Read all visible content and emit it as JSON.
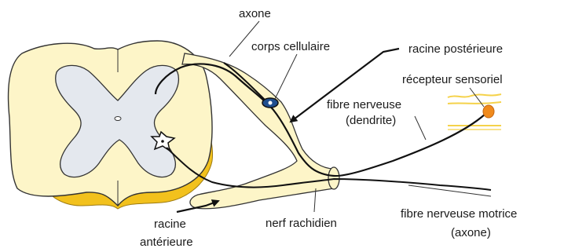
{
  "labels": {
    "axone": "axone",
    "corps_cellulaire": "corps cellulaire",
    "racine_posterieure": "racine postérieure",
    "recepteur_sensoriel": "récepteur sensoriel",
    "fibre_nerveuse_line1": "fibre nerveuse",
    "fibre_nerveuse_line2": "(dendrite)",
    "racine_anterieure_line1": "racine",
    "racine_anterieure_line2": "antérieure",
    "nerf_rachidien": "nerf rachidien",
    "fibre_motrice_line1": "fibre nerveuse motrice",
    "fibre_motrice_line2": "(axone)"
  },
  "colors": {
    "white_matter": "#fdf5c8",
    "grey_matter": "#e4e8ee",
    "meninges": "#f2c11d",
    "outline": "#333333",
    "receptor": "#f08a1c",
    "skin": "#f5d24a",
    "cell_body": "#1f4f8f",
    "arrow": "#111111"
  }
}
